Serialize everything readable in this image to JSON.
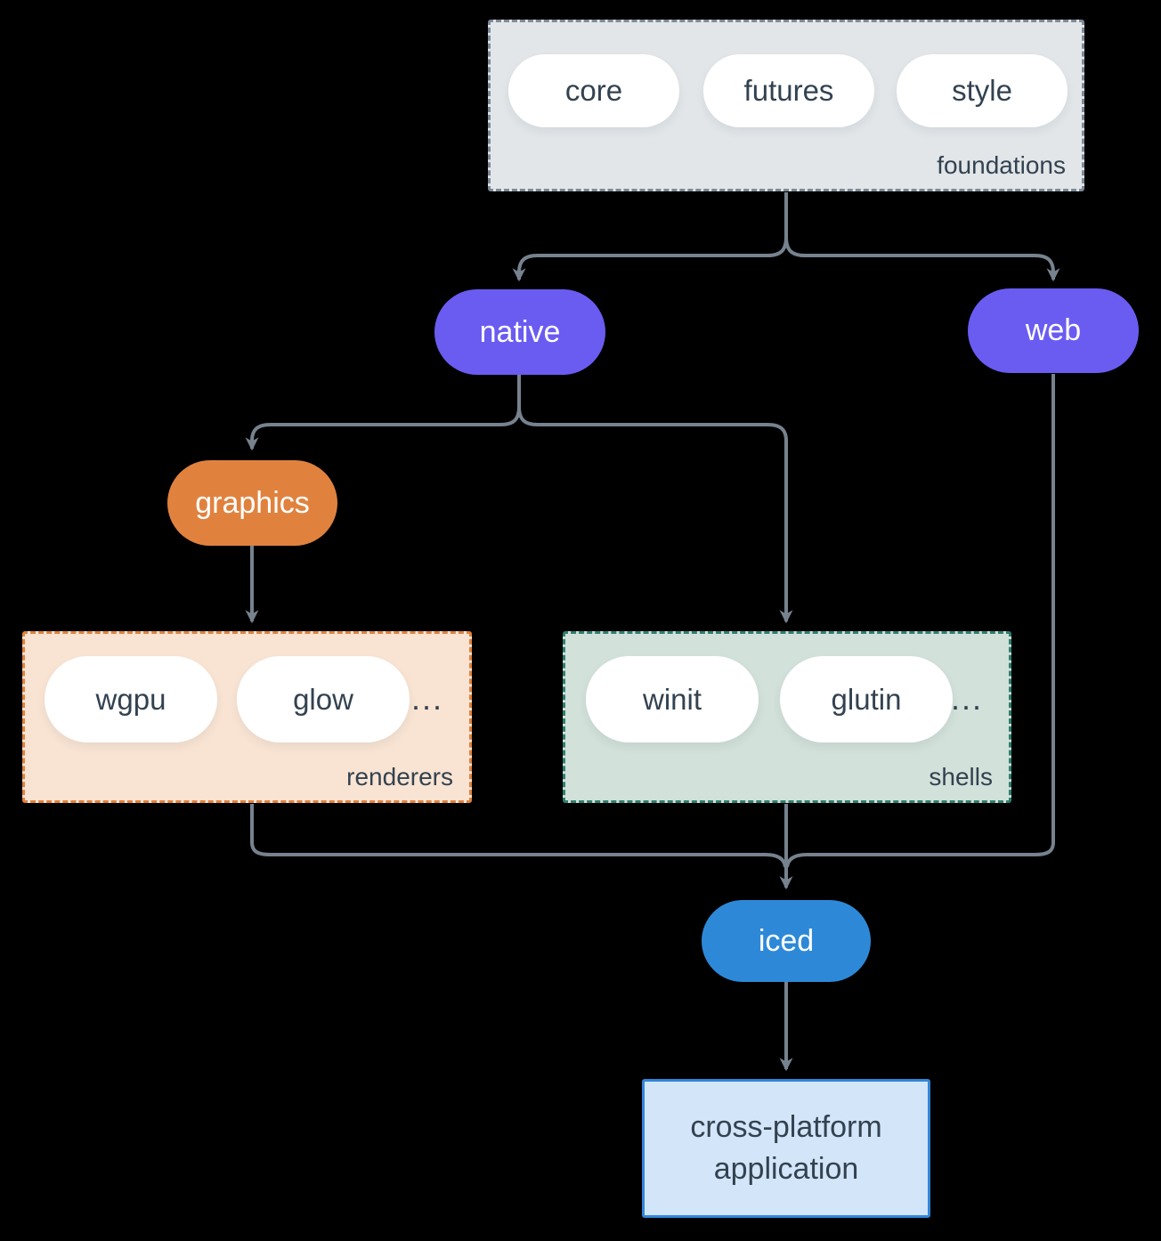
{
  "colors": {
    "background": "#000000",
    "line": "#76828e",
    "purple": "#6a5cf1",
    "orange": "#e0823e",
    "blue": "#2d89d8",
    "dark_text": "#334250",
    "white": "#ffffff",
    "foundations_fill": "#e2e6e9",
    "foundations_border": "#7d8a97",
    "renderers_fill": "#f9e4d3",
    "renderers_border": "#e0813c",
    "shells_fill": "#d2e1d9",
    "shells_border": "#2f7e6f",
    "app_fill": "#d3e5f8",
    "app_border": "#3186d8"
  },
  "groups": {
    "foundations": {
      "label": "foundations",
      "pills": [
        "core",
        "futures",
        "style"
      ]
    },
    "renderers": {
      "label": "renderers",
      "pills": [
        "wgpu",
        "glow"
      ],
      "more": "..."
    },
    "shells": {
      "label": "shells",
      "pills": [
        "winit",
        "glutin"
      ],
      "more": "..."
    }
  },
  "nodes": {
    "native": "native",
    "web": "web",
    "graphics": "graphics",
    "iced": "iced"
  },
  "app": {
    "line1": "cross-platform",
    "line2": "application"
  }
}
